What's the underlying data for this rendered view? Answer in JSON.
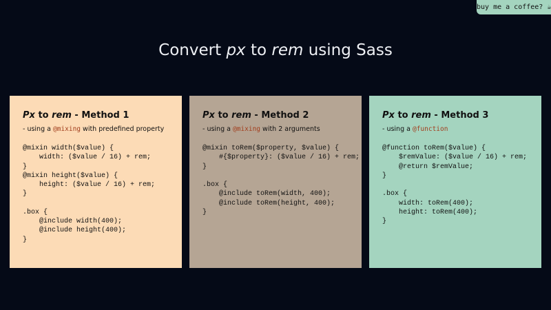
{
  "coffee_button": {
    "label": "buy me a coffee? ☕"
  },
  "page": {
    "title_before": "Convert ",
    "title_px": "px",
    "title_mid": " to ",
    "title_rem": "rem",
    "title_after": " using Sass"
  },
  "cards": [
    {
      "title_px": "Px",
      "title_to": " to ",
      "title_rem": "rem",
      "title_method": " - Method 1",
      "subtitle_before": "- using a ",
      "subtitle_code": "@mixing",
      "subtitle_after": " with predefined property",
      "code": "@mixin width($value) {\n    width: ($value / 16) + rem;\n}\n@mixin height($value) {\n    height: ($value / 16) + rem;\n}\n\n.box {\n    @include width(400);\n    @include height(400);\n}",
      "background": "#fcdbb6"
    },
    {
      "title_px": "Px",
      "title_to": " to ",
      "title_rem": "rem",
      "title_method": " - Method 2",
      "subtitle_before": "- using a ",
      "subtitle_code": "@mixing",
      "subtitle_after": " with 2 arguments",
      "code": "@mixin toRem($property, $value) {\n    #{$property}: ($value / 16) + rem;\n}\n\n.box {\n    @include toRem(width, 400);\n    @include toRem(height, 400);\n}",
      "background": "#b5a594"
    },
    {
      "title_px": "Px",
      "title_to": " to ",
      "title_rem": "rem",
      "title_method": " - Method 3",
      "subtitle_before": "- using a ",
      "subtitle_code": "@function",
      "subtitle_after": "",
      "code": "@function toRem($value) {\n    $remValue: ($value / 16) + rem;\n    @return $remValue;\n}\n\n.box {\n    width: toRem(400);\n    height: toRem(400);\n}",
      "background": "#a4d4bf"
    }
  ],
  "colors": {
    "page_background": "#050a17",
    "title_text": "#eef0f4",
    "code_accent": "#a23f1e",
    "coffee_button": "#a4d4bf"
  }
}
